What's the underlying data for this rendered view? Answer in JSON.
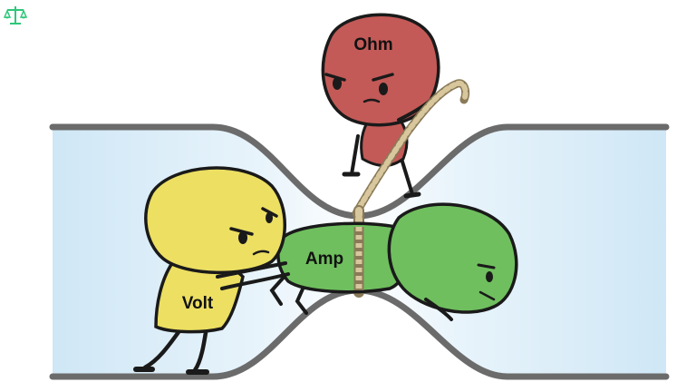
{
  "characters": {
    "volt": {
      "label": "Volt",
      "color": "#ecdf62"
    },
    "amp": {
      "label": "Amp",
      "color": "#6fbf5e"
    },
    "ohm": {
      "label": "Ohm",
      "color": "#c35a57"
    }
  },
  "colors": {
    "pipe_wall": "#6b6b6b",
    "pipe_interior": "#d6ebf8",
    "rope": "#c9b58c",
    "outline": "#1a1a1a"
  },
  "icons": {
    "logo": "scales-icon"
  }
}
